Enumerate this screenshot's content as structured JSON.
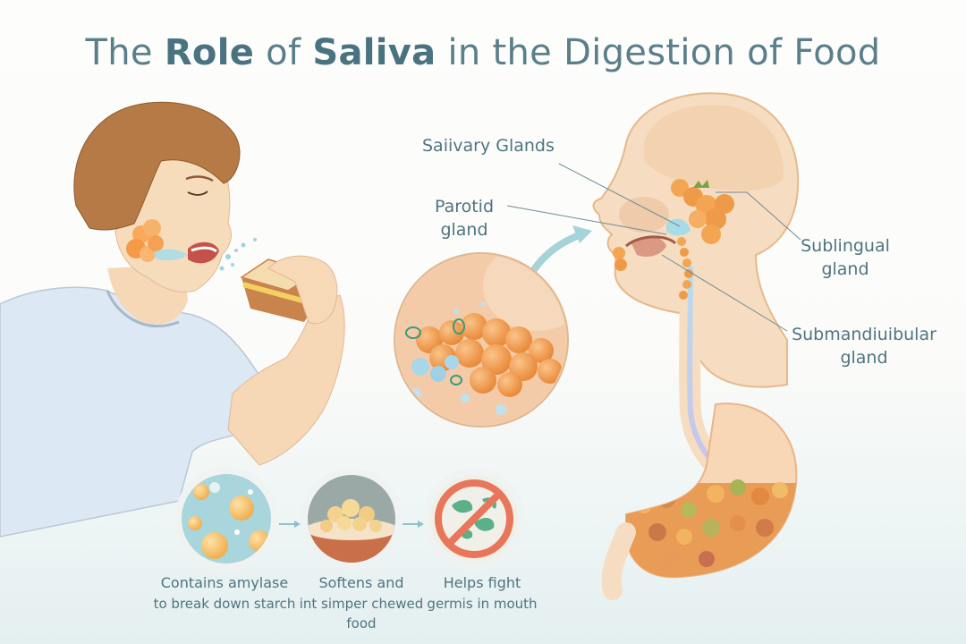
{
  "title": {
    "part1": "The ",
    "bold1": "Role",
    "part2": " of ",
    "bold2": "Saliva",
    "part3": " in the Digestion of Food"
  },
  "labels": {
    "salivary_glands": "Saiivary Glands",
    "parotid_line1": "Parotid",
    "parotid_line2": "gland",
    "sublingual_line1": "Sublingual",
    "sublingual_line2": "gland",
    "submandibular_line1": "Submandiuibular",
    "submandibular_line2": "gland"
  },
  "steps": [
    {
      "icon": "starch-granules-icon",
      "line1": "Contains amylase",
      "line2": "to break down starch",
      "line3": ""
    },
    {
      "icon": "chewed-food-icon",
      "line1": "Softens and",
      "line2": "int simper chewed",
      "line3": "food"
    },
    {
      "icon": "no-germs-icon",
      "line1": "Helps fight",
      "line2": "germis in mouth",
      "line3": ""
    }
  ],
  "colors": {
    "title": "#5a7f8a",
    "text": "#4f7480",
    "skin": "#f6d8b6",
    "gland": "#f0a050",
    "saliva": "#a8dbe8",
    "shirt": "#dce8f2",
    "hair": "#b57a45",
    "forbid": "#e8765a",
    "germ": "#5bb08a"
  }
}
